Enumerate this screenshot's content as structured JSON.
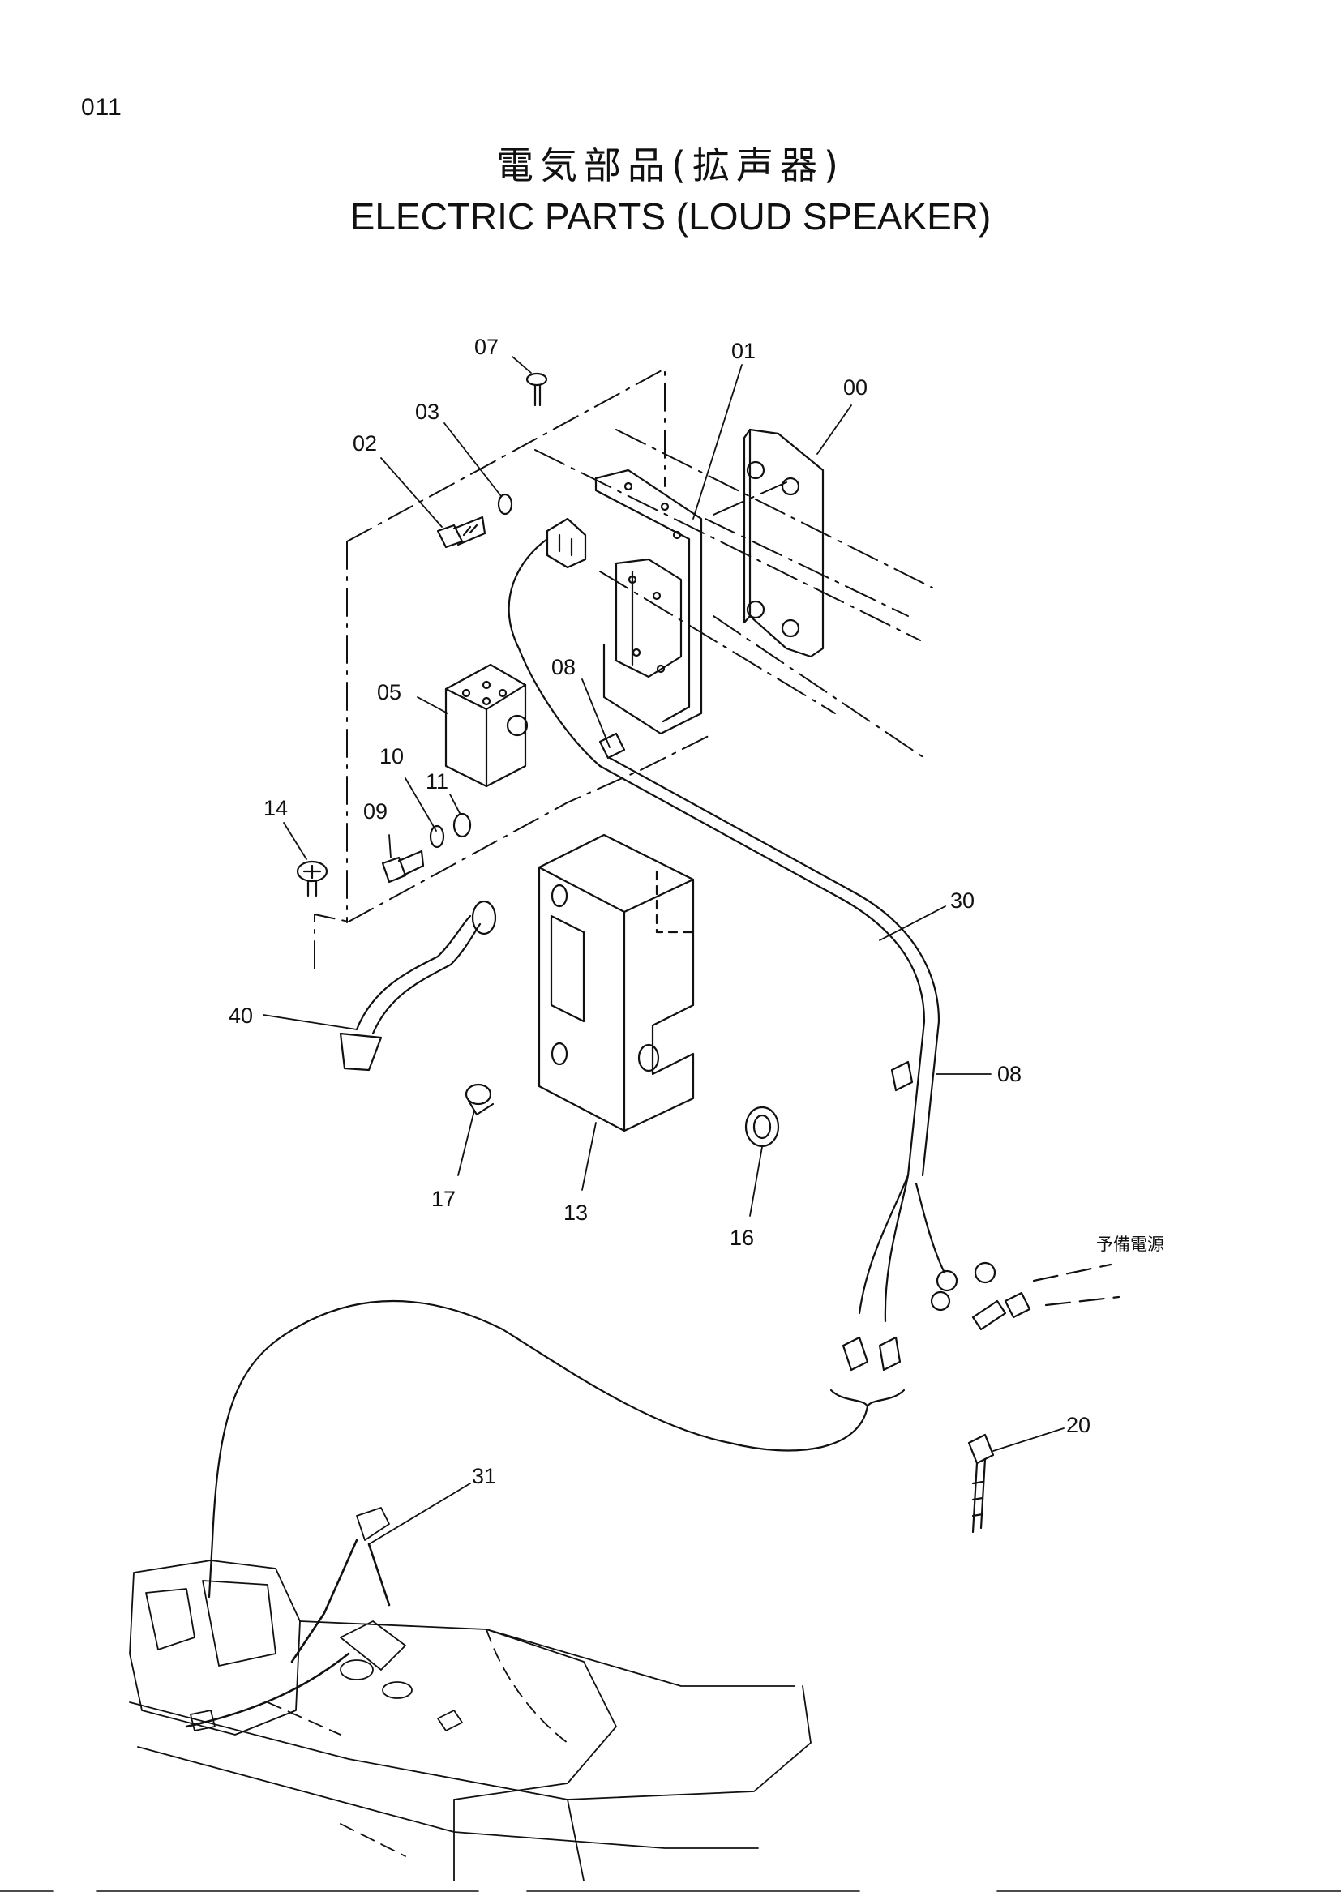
{
  "page": {
    "number": "011"
  },
  "title": {
    "japanese": "電気部品(拡声器)",
    "english": "ELECTRIC PARTS (LOUD SPEAKER)"
  },
  "callouts": {
    "c00": "00",
    "c01": "01",
    "c02": "02",
    "c03": "03",
    "c05": "05",
    "c07": "07",
    "c08a": "08",
    "c08b": "08",
    "c09": "09",
    "c10": "10",
    "c11": "11",
    "c13": "13",
    "c14": "14",
    "c16": "16",
    "c17": "17",
    "c20": "20",
    "c30": "30",
    "c31": "31",
    "c40": "40"
  },
  "notes": {
    "spare_power": "予備電源"
  },
  "colors": {
    "ink": "#111111",
    "paper": "#ffffff"
  }
}
